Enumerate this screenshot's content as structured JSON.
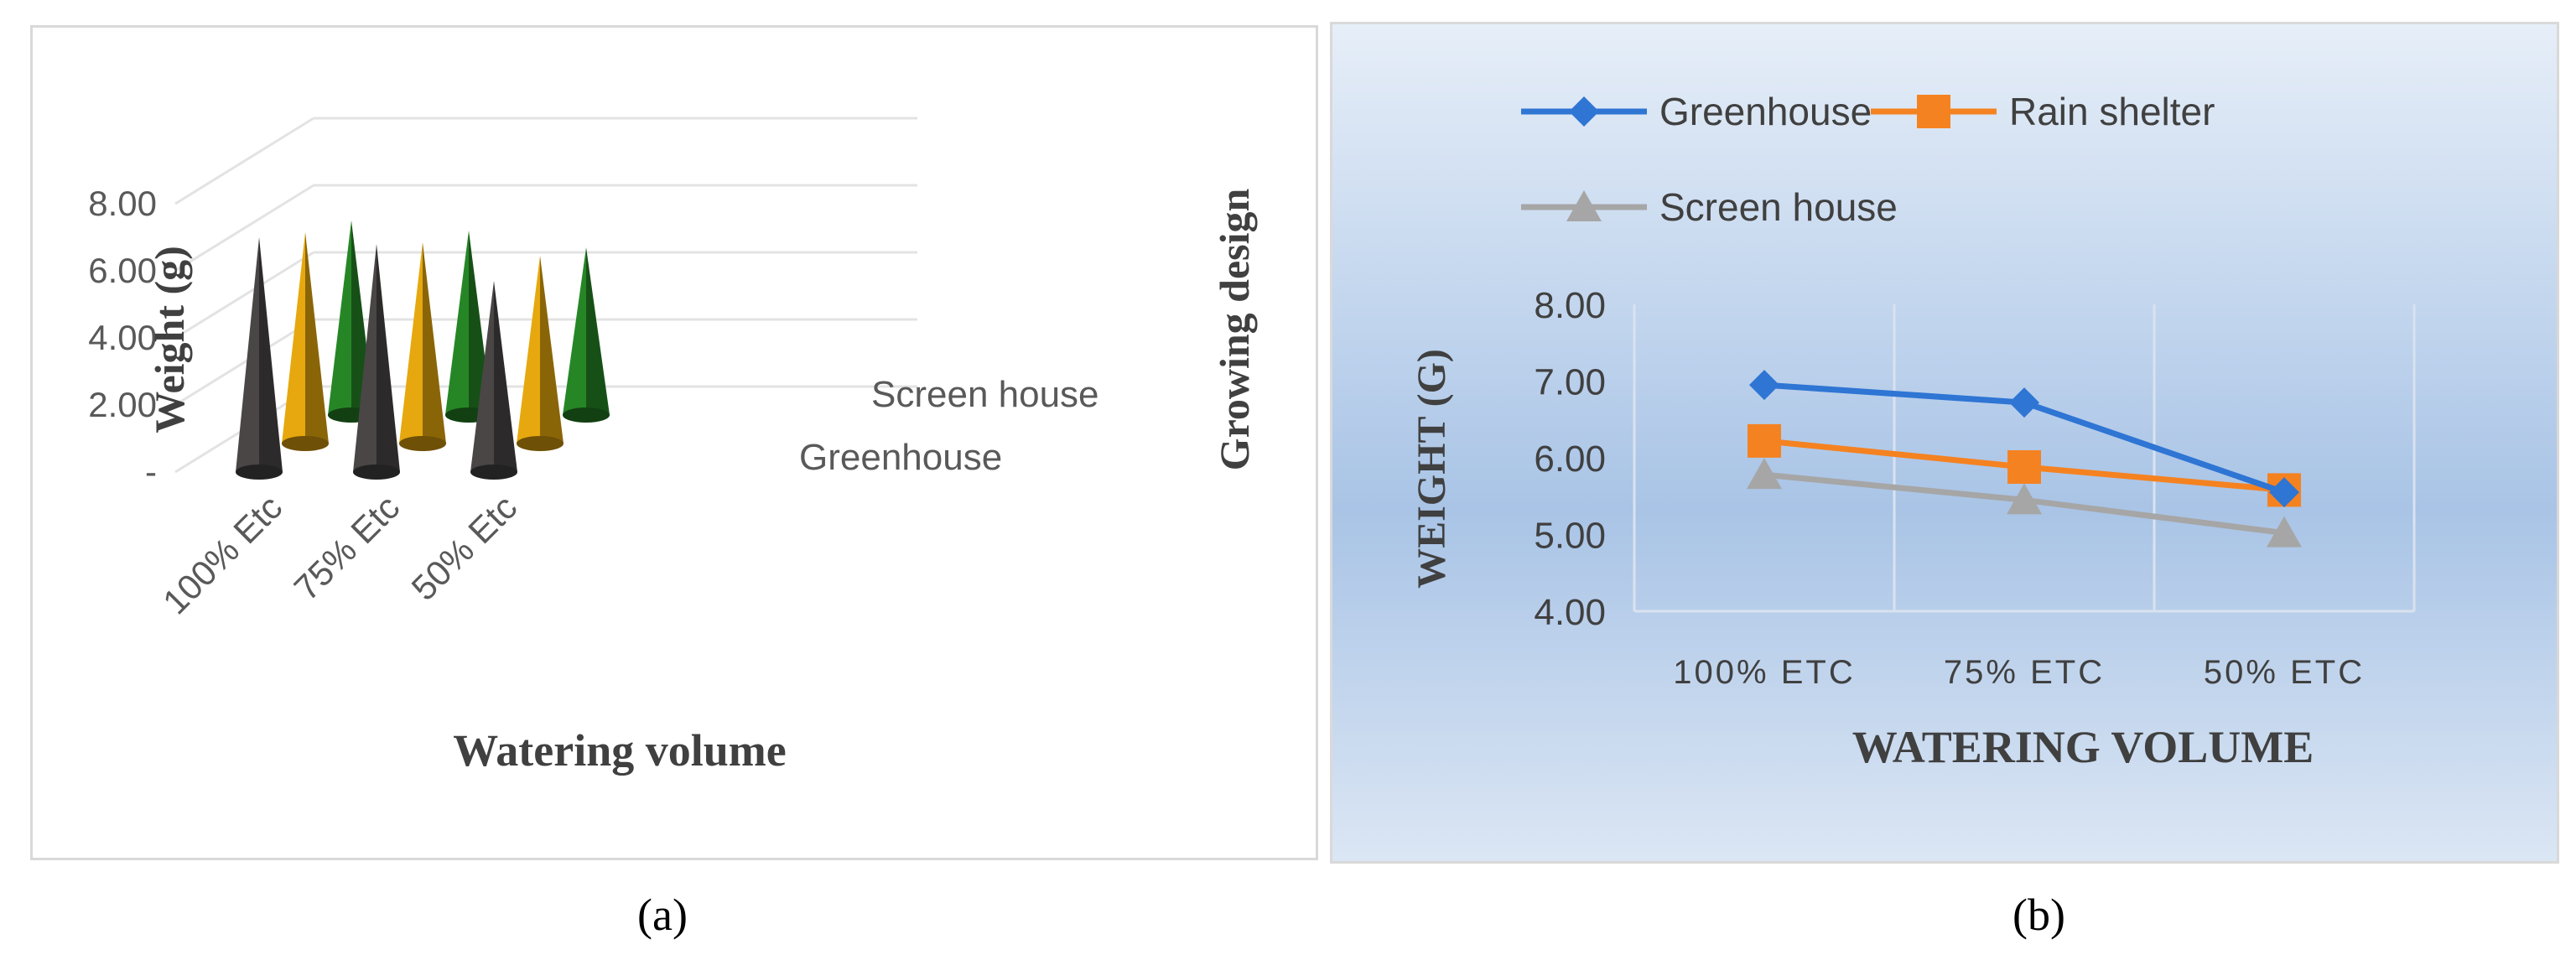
{
  "panel_labels": {
    "a": "(a)",
    "b": "(b)"
  },
  "chart_data": [
    {
      "type": "bar",
      "style": "3d-cone",
      "categories": [
        "100% Etc",
        "75% Etc",
        "50% Etc"
      ],
      "series": [
        {
          "name": "Greenhouse",
          "values": [
            7.0,
            6.8,
            5.7
          ],
          "color": "#3b3838"
        },
        {
          "name": "",
          "values": [
            6.3,
            6.0,
            5.6
          ],
          "color": "#b8860b"
        },
        {
          "name": "Screen house",
          "values": [
            5.8,
            5.5,
            5.0
          ],
          "color": "#1e6b1e"
        }
      ],
      "xlabel": "Watering volume",
      "ylabel": "Weight (g)",
      "zlabel": "Growing design",
      "yticks": [
        "-",
        "2.00",
        "4.00",
        "6.00",
        "8.00"
      ],
      "ylim": [
        0,
        8
      ],
      "grid": true
    },
    {
      "type": "line",
      "categories": [
        "100% ETC",
        "75% ETC",
        "50% ETC"
      ],
      "series": [
        {
          "name": "Greenhouse",
          "values": [
            6.95,
            6.72,
            5.55
          ],
          "color": "#2e75d4",
          "marker": "diamond"
        },
        {
          "name": "Rain shelter",
          "values": [
            6.22,
            5.88,
            5.58
          ],
          "color": "#f58220",
          "marker": "square"
        },
        {
          "name": "Screen house",
          "values": [
            5.78,
            5.45,
            5.02
          ],
          "color": "#a6a6a6",
          "marker": "triangle"
        }
      ],
      "xlabel": "WATERING VOLUME",
      "ylabel": "WEIGHT (G)",
      "yticks": [
        "4.00",
        "5.00",
        "6.00",
        "7.00",
        "8.00"
      ],
      "ylim": [
        4,
        8
      ],
      "grid": true,
      "legend": "top"
    }
  ]
}
